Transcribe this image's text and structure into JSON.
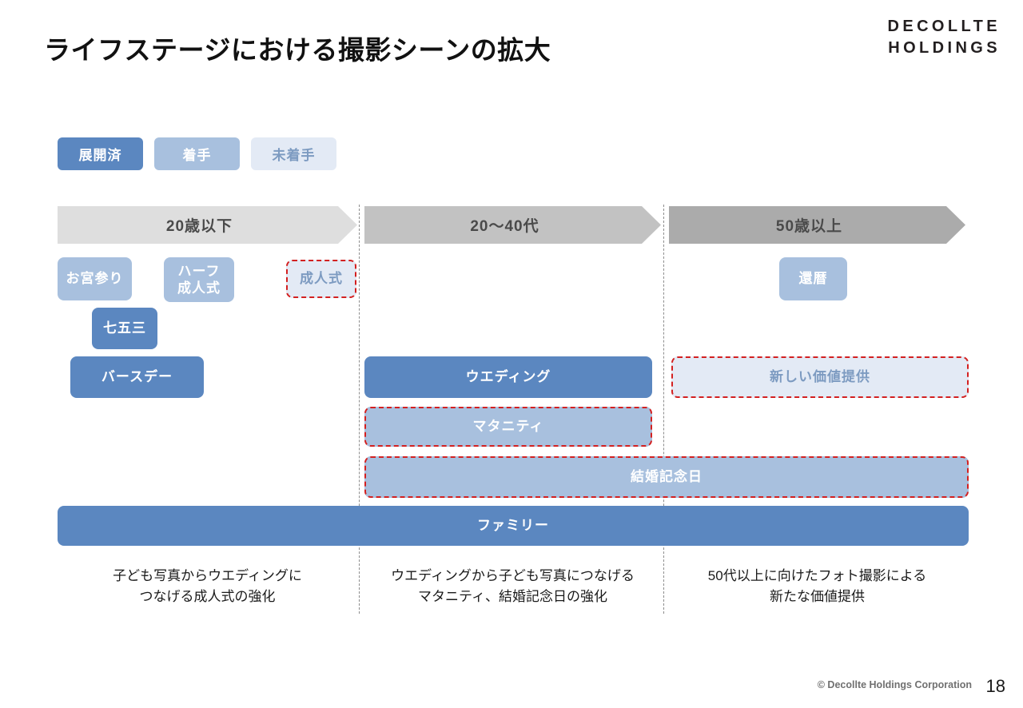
{
  "slide": {
    "title": "ライフステージにおける撮影シーンの拡大",
    "page_number": "18",
    "copyright": "© Decollte Holdings Corporation"
  },
  "brand": {
    "line1": "DECOLLTE",
    "line2": "HOLDINGS"
  },
  "colors": {
    "done": "#5b87c0",
    "started": "#a8c0de",
    "todo": "#e3eaf5",
    "todo_text": "#7d9bc1",
    "highlight_border": "#d32020",
    "stage_1": "#dedede",
    "stage_2": "#c2c2c2",
    "stage_3": "#ababab"
  },
  "legend": {
    "items": [
      {
        "label": "展開済",
        "status": "done"
      },
      {
        "label": "着手",
        "status": "started"
      },
      {
        "label": "未着手",
        "status": "todo"
      }
    ]
  },
  "stages": [
    {
      "label": "20歳以下"
    },
    {
      "label": "20〜40代"
    },
    {
      "label": "50歳以上"
    }
  ],
  "nodes": [
    {
      "label": "お宮参り",
      "status": "started",
      "highlight": false
    },
    {
      "label": "ハーフ\n成人式",
      "status": "started",
      "highlight": false
    },
    {
      "label": "成人式",
      "status": "todo",
      "highlight": true
    },
    {
      "label": "七五三",
      "status": "done",
      "highlight": false
    },
    {
      "label": "バースデー",
      "status": "done",
      "highlight": false
    },
    {
      "label": "還暦",
      "status": "started",
      "highlight": false
    },
    {
      "label": "ウエディング",
      "status": "done",
      "highlight": false
    },
    {
      "label": "新しい価値提供",
      "status": "todo",
      "highlight": true
    },
    {
      "label": "マタニティ",
      "status": "started",
      "highlight": true
    },
    {
      "label": "結婚記念日",
      "status": "started",
      "highlight": true
    },
    {
      "label": "ファミリー",
      "status": "done",
      "highlight": false
    }
  ],
  "captions": [
    {
      "line1": "子ども写真からウエディングに",
      "line2": "つなげる成人式の強化"
    },
    {
      "line1": "ウエディングから子ども写真につなげる",
      "line2": "マタニティ、結婚記念日の強化"
    },
    {
      "line1": "50代以上に向けたフォト撮影による",
      "line2": "新たな価値提供"
    }
  ]
}
